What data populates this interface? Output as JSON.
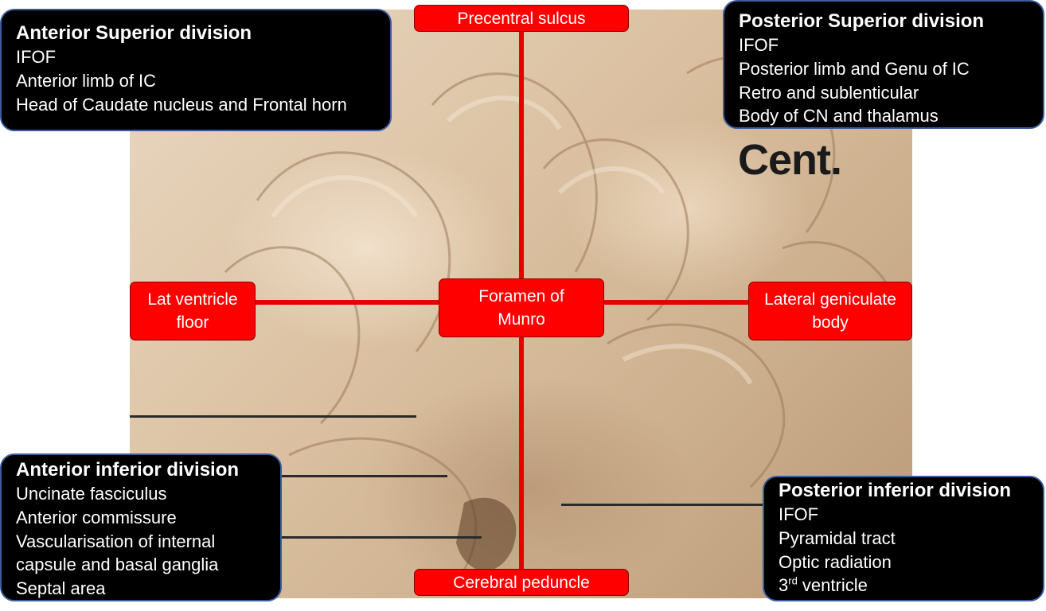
{
  "background": {
    "caption": "Cent."
  },
  "axes": {
    "top_label": "Precentral sulcus",
    "bottom_label": "Cerebral peduncle",
    "left_label": "Lat ventricle floor",
    "right_label": "Lateral geniculate body",
    "center_label": "Foramen of Munro",
    "color": "#ff0000"
  },
  "divisions": {
    "anterior_superior": {
      "title": "Anterior Superior division",
      "items": [
        "IFOF",
        "Anterior limb of IC",
        "Head of Caudate nucleus and Frontal horn"
      ]
    },
    "posterior_superior": {
      "title": "Posterior Superior division",
      "items": [
        "IFOF",
        "Posterior limb and Genu of IC",
        "Retro and sublenticular",
        "Body of CN and thalamus"
      ]
    },
    "anterior_inferior": {
      "title": "Anterior inferior division",
      "items": [
        "Uncinate fasciculus",
        "Anterior commissure",
        "Vascularisation of internal",
        "capsule and basal ganglia",
        "Septal area"
      ]
    },
    "posterior_inferior": {
      "title": "Posterior inferior division",
      "items": [
        "IFOF",
        "Pyramidal tract",
        "Optic radiation"
      ],
      "last_item_number": "3",
      "last_item_superscript": "rd",
      "last_item_text": " ventricle"
    }
  }
}
